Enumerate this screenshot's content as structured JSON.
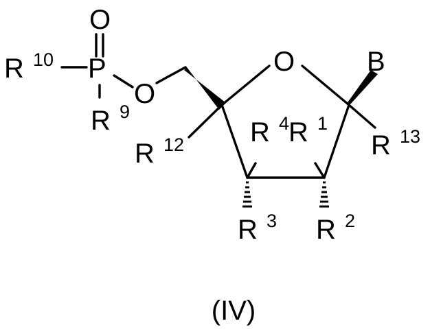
{
  "structure": {
    "atoms": {
      "o_top": "O",
      "p": "P",
      "o_ester": "O",
      "o_ring": "O",
      "b": "B"
    },
    "substituents": {
      "r10": {
        "base": "R",
        "sup": "10"
      },
      "r9": {
        "base": "R",
        "sup": "9"
      },
      "r12": {
        "base": "R",
        "sup": "12"
      },
      "r4": {
        "base": "R",
        "sup": "4"
      },
      "r1": {
        "base": "R",
        "sup": "1"
      },
      "r13": {
        "base": "R",
        "sup": "13"
      },
      "r3": {
        "base": "R",
        "sup": "3"
      },
      "r2": {
        "base": "R",
        "sup": "2"
      }
    }
  },
  "caption": "(IV)"
}
